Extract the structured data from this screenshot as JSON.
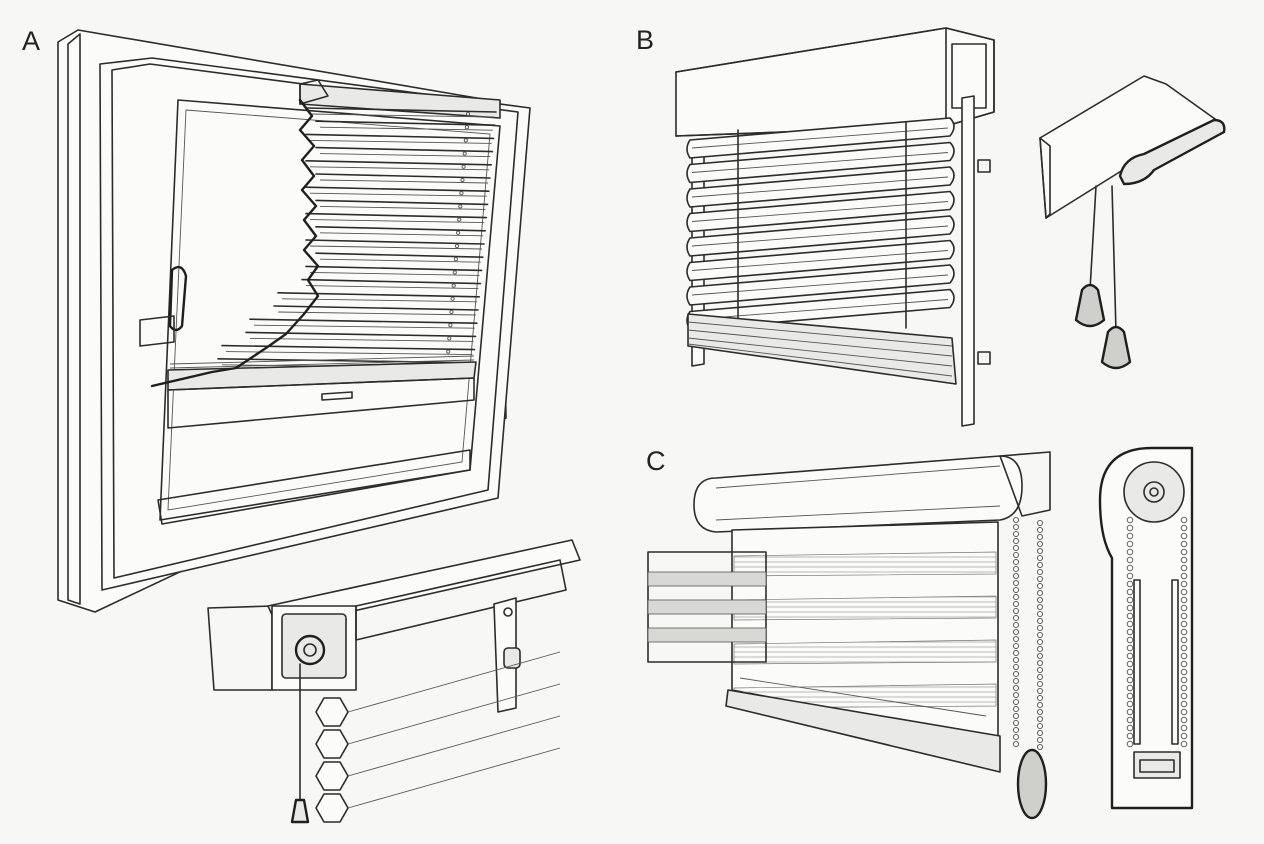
{
  "panels": [
    {
      "id": "A",
      "label": "A"
    },
    {
      "id": "B",
      "label": "B"
    },
    {
      "id": "C",
      "label": "C"
    }
  ],
  "colors": {
    "ink": "#2c2c2c",
    "paper": "#f7f7f6",
    "shade": "#cfcfcc"
  }
}
